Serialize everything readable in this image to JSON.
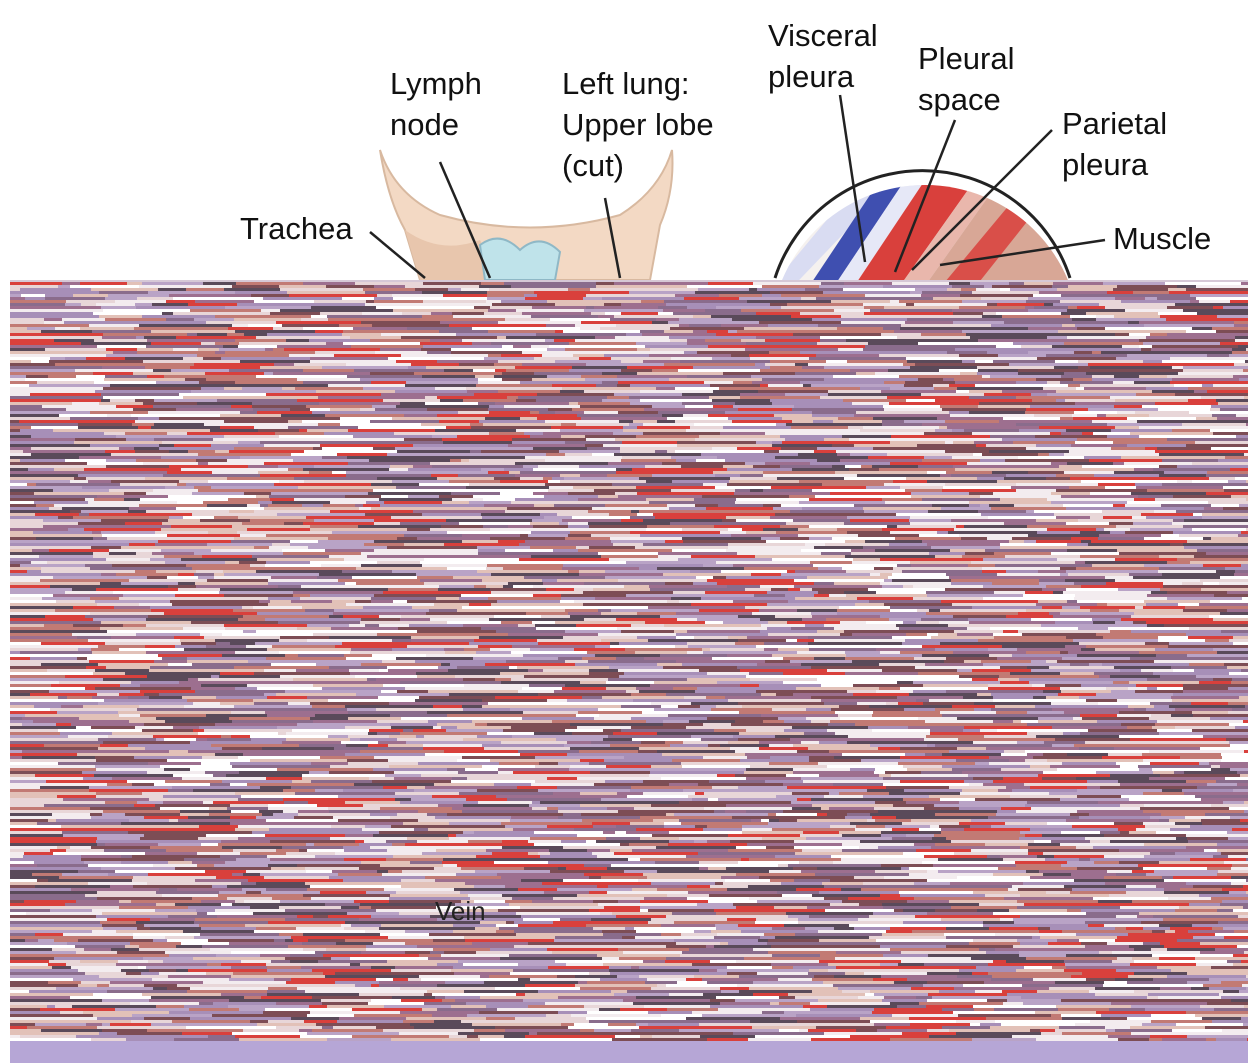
{
  "labels": {
    "visceral_pleura": [
      "Visceral",
      "pleura"
    ],
    "pleural_space": [
      "Pleural",
      "space"
    ],
    "lymph_node": [
      "Lymph",
      "node"
    ],
    "left_lung_upper": [
      "Left lung:",
      "Upper lobe",
      "(cut)"
    ],
    "parietal_pleura": [
      "Parietal",
      "pleura"
    ],
    "trachea": "Trachea",
    "muscle": "Muscle",
    "vein": "Vein"
  },
  "colors": {
    "skin": "#f3d9c4",
    "skin_shadow": "#e3bfa6",
    "trachea": "#bfe3ea",
    "pleura_blue": "#3f4fb0",
    "pleura_light": "#d9dcf2",
    "pleura_red": "#d9403c",
    "muscle": "#c98a7a",
    "garbled_band": "#d6c8d6"
  }
}
